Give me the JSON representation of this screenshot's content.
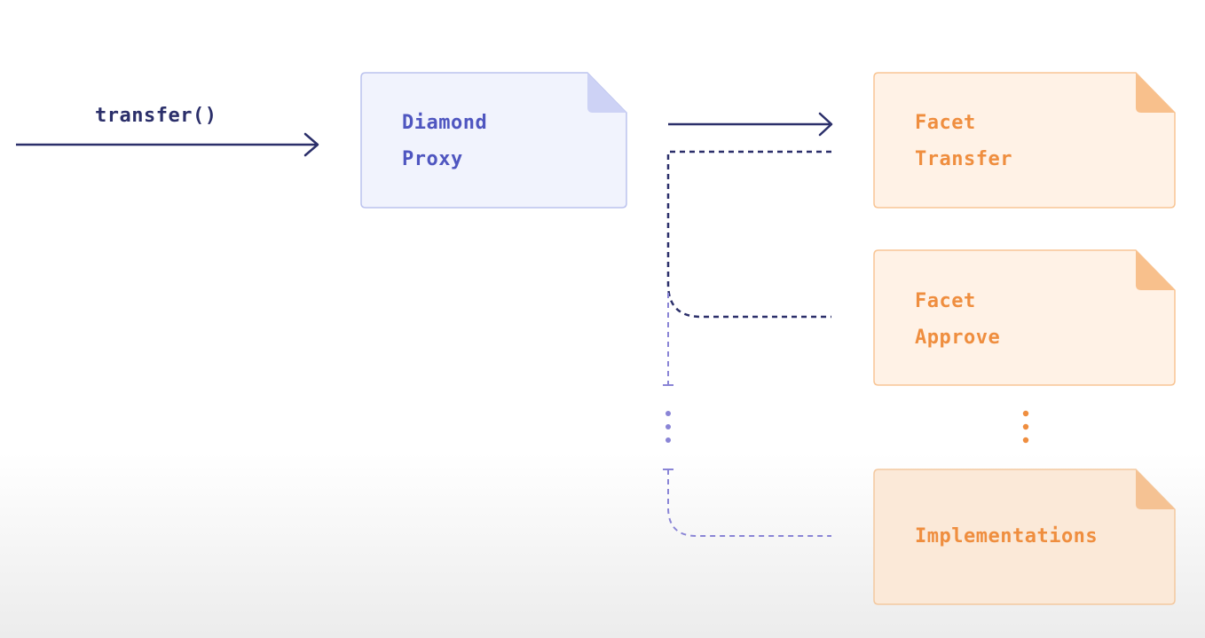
{
  "call": {
    "label": "transfer()"
  },
  "proxy": {
    "line1": "Diamond",
    "line2": "Proxy"
  },
  "facets": [
    {
      "line1": "Facet",
      "line2": "Transfer"
    },
    {
      "line1": "Facet",
      "line2": "Approve"
    },
    {
      "line1": "Implementations"
    }
  ],
  "colors": {
    "dark_navy": "#2b2f6a",
    "proxy_text": "#4f56c0",
    "proxy_fill": "#f1f3fd",
    "proxy_border": "#bcc3ee",
    "proxy_fold": "#cdd2f5",
    "facet_text": "#ef8e3f",
    "facet_fill": "#fff2e6",
    "facet_border": "#f8c595",
    "facet_fold": "#f8c08c",
    "light_purple": "#8a85d6"
  }
}
